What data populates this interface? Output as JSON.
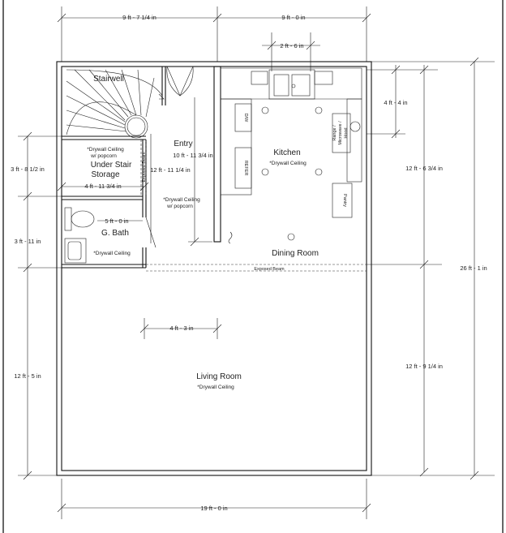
{
  "dimensions": {
    "top_left": "9 ft - 7 1/4 in",
    "top_right": "9 ft - 0 in",
    "sink_width": "2 ft - 6 in",
    "right_upper": "4 ft - 4 in",
    "right_kitchen": "12 ft - 6 3/4 in",
    "right_overall": "26 ft - 1 in",
    "right_living": "12 ft - 9 1/4 in",
    "left_storage": "3 ft - 8 1/2 in",
    "left_bath": "3 ft - 11 in",
    "left_living": "12 ft - 5 in",
    "storage_width": "4 ft - 11 3/4 in",
    "entry_depth": "10 ft - 11 3/4 in",
    "entry_height": "12 ft - 11 1/4 in",
    "bath_width": "5 ft - 0 in",
    "hall_width": "4 ft - 3 in",
    "bottom_width": "19 ft - 0 in"
  },
  "rooms": {
    "stairwell": "Stairwell",
    "entry": "Entry",
    "under_stair_1": "Under Stair",
    "under_stair_2": "Storage",
    "bath": "G. Bath",
    "kitchen": "Kitchen",
    "dining": "Dining Room",
    "living": "Living Room"
  },
  "notes": {
    "storage_ceiling_1": "*Drywall Ceiling",
    "storage_ceiling_2": "w/ popcorn",
    "entry_ceiling_1": "*Drywall Ceiling",
    "entry_ceiling_2": "w/ popcorn",
    "bath_ceiling": "*Drywall Ceiling",
    "kitchen_ceiling": "*Drywall Ceiling",
    "living_ceiling": "*Drywall Ceiling",
    "beam": "Exposed Beam",
    "hall_beam": "Exposed Beam"
  },
  "fixtures": {
    "dishwasher": "D/W",
    "refrigerator": "REFER",
    "microwave_1": "Range /",
    "microwave_2": "Microwave /",
    "microwave_3": "Hood",
    "pantry": "Pantry"
  }
}
